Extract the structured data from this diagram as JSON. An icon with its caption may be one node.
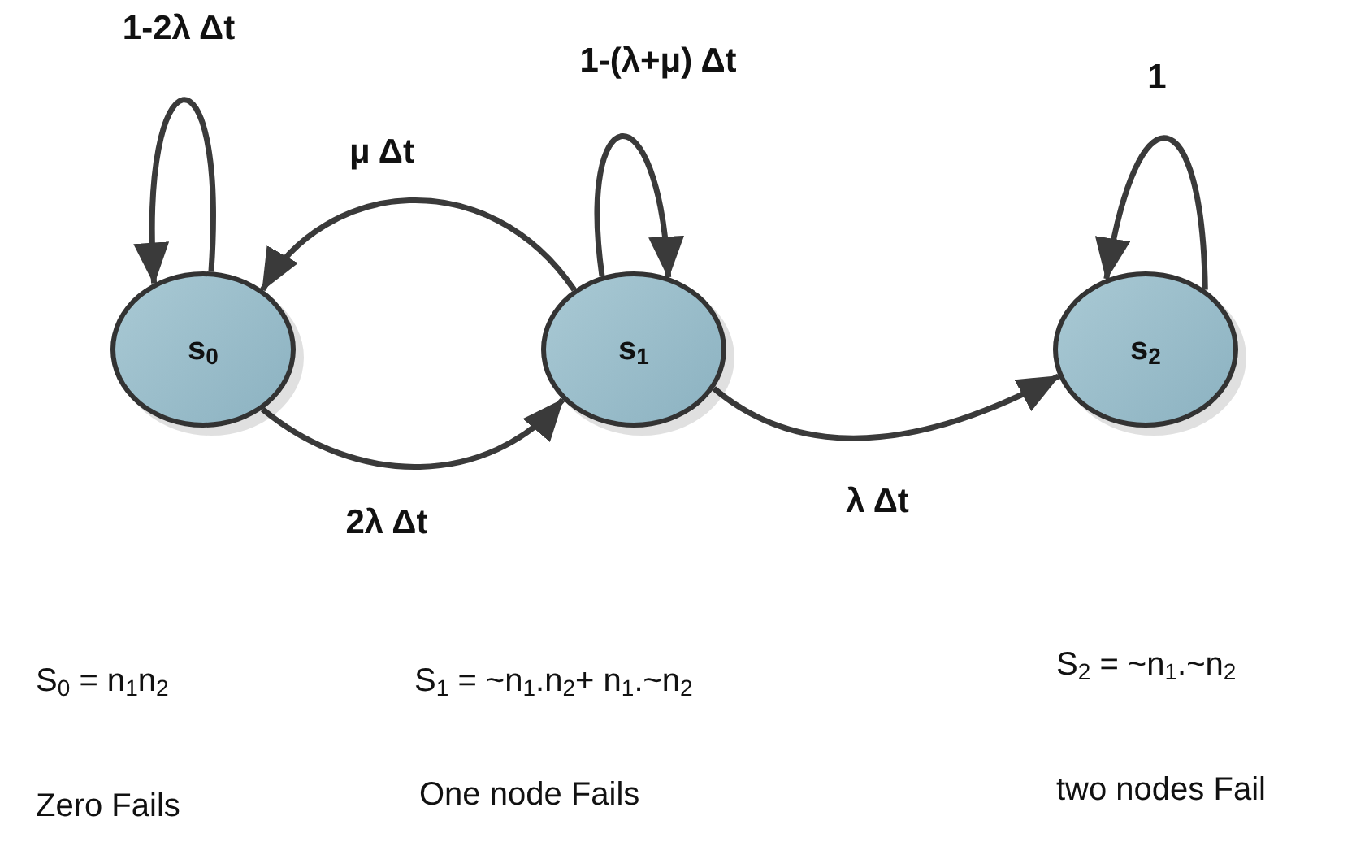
{
  "diagram": {
    "nodes": [
      {
        "text": [
          "s$_{0}$"
        ]
      },
      {
        "text": [
          "s$_{1}$"
        ]
      },
      {
        "text": [
          "s$_{2}$"
        ]
      }
    ],
    "edges": [
      {
        "from": 0,
        "to": 0,
        "arrow": "to",
        "label": "1-2λ Δt"
      },
      {
        "from": 1,
        "to": 1,
        "arrow": "to",
        "label": "1-(λ+μ) Δt"
      },
      {
        "from": 1,
        "to": 0,
        "arrow": "to",
        "label": "μ Δt"
      },
      {
        "from": 2,
        "to": 2,
        "arrow": "to",
        "label": "1"
      },
      {
        "from": 0,
        "to": 1,
        "arrow": "to",
        "label": "2λ Δt"
      },
      {
        "from": 1,
        "to": 2,
        "arrow": "to",
        "label": "λ Δt"
      }
    ],
    "labels": [
      "S$_{0}$ = n$_{1}$n$_{2}$",
      "S$_{1}$ = ~n$_{1}$.n$_{2}$+ n$_{1}$.~n$_{2}$",
      "S$_{2}$ = ~n$_{1}$.~n$_{2}$",
      "Zero Fails",
      "One node Fails",
      "two nodes Fail"
    ]
  }
}
